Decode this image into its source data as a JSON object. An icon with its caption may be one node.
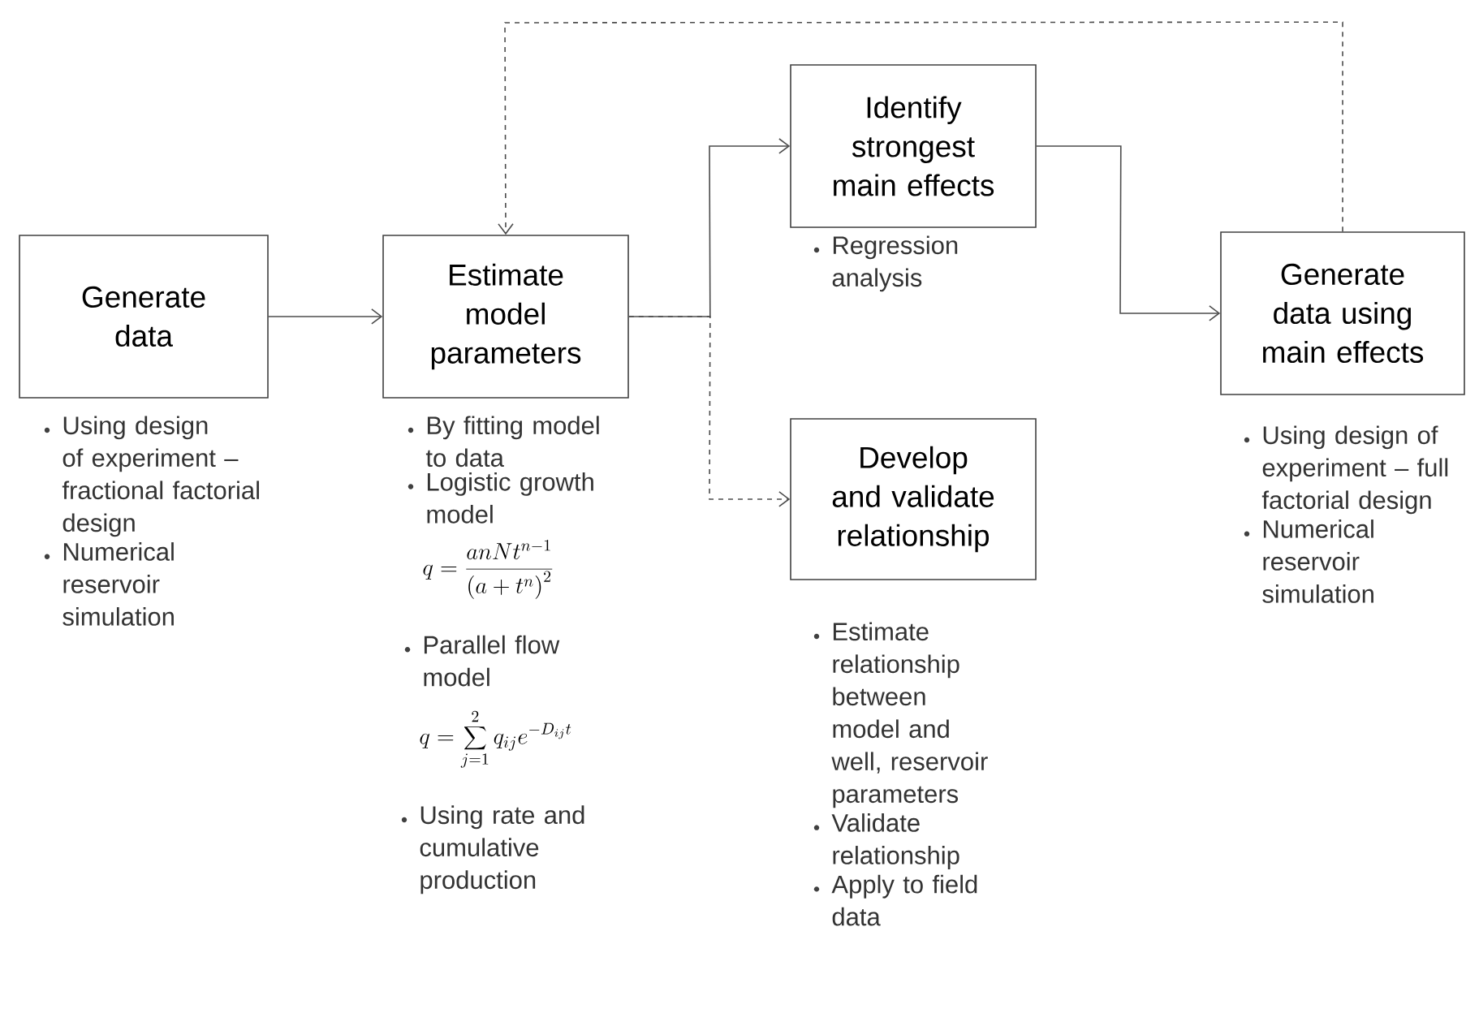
{
  "diagram": {
    "nodes": [
      {
        "text": [
          "Generate data"
        ],
        "beside": [
          "Using design of experiment – fractional factorial design",
          "Numerical reservoir simulation"
        ]
      },
      {
        "text": [
          "Estimate model parameters"
        ],
        "beside": [
          "By fitting model to data",
          "Logistic growth model",
          "q=\\frac{anNt^{n-1}}{\\left(a+t^{n}\\right)^{2}}",
          "Parallel flow model",
          "q=\\sum_{j=1}^{2} q_{ij}e^{-D_{ij}t}",
          "Using rate and cumulative production"
        ]
      },
      {
        "text": [
          "Identify strongest main effects"
        ],
        "beside": [
          "Regression analysis"
        ]
      },
      {
        "text": [
          "Develop and validate relationship"
        ],
        "beside": [
          "Estimate relationship between model and well, reservoir parameters",
          "Validate relationship",
          "Apply to field data"
        ]
      },
      {
        "text": [
          "Generate data using main effects"
        ],
        "beside": [
          "Using design of experiment – full factorial design",
          "Numerical reservoir simulation"
        ]
      }
    ],
    "edges": [
      {
        "from": 0,
        "to": 1,
        "arrow": "to"
      },
      {
        "from": 1,
        "to": 2,
        "arrow": "to"
      },
      {
        "from": 1,
        "to": 3,
        "arrow": "to",
        "style": "dashed"
      },
      {
        "from": 2,
        "to": 4,
        "arrow": "to"
      },
      {
        "from": 4,
        "to": 1,
        "arrow": "to",
        "style": "dashed"
      }
    ]
  }
}
